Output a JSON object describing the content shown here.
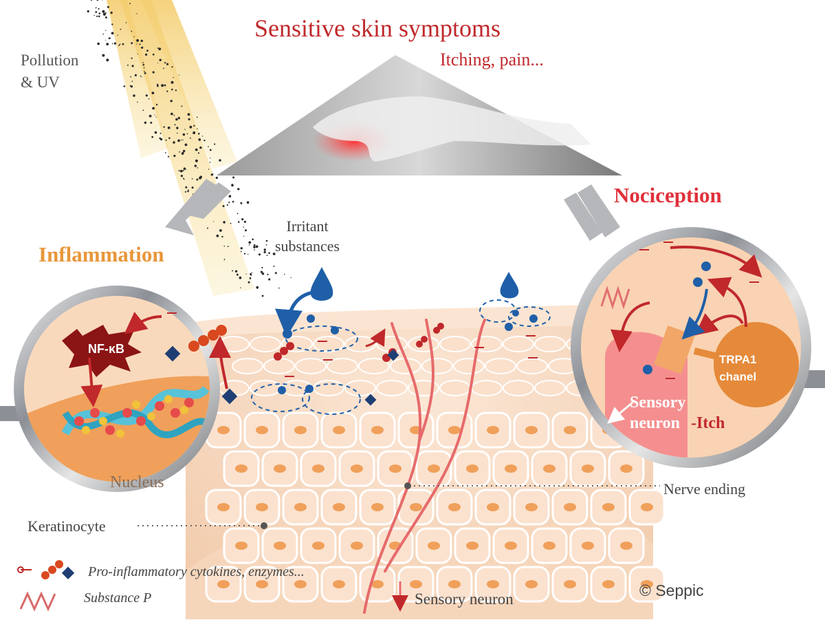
{
  "title": "Sensitive skin symptoms",
  "subtitle": "Itching, pain...",
  "pollution_label_line1": "Pollution",
  "pollution_label_line2": "& UV",
  "inflammation_label": "Inflammation",
  "nociception_label": "Nociception",
  "irritant_label_line1": "Irritant",
  "irritant_label_line2": "substances",
  "nfkb_label": "NF-κB",
  "nucleus_label": "Nucleus",
  "keratinocyte_label": "Keratinocyte",
  "nerve_ending_label": "Nerve ending",
  "trpa1_line1": "TRPA1",
  "trpa1_line2": "chanel",
  "sensory_neuron_inset_line1": "Sensory",
  "sensory_neuron_inset_line2": "neuron",
  "itch_label": "-Itch",
  "legend": {
    "cytokines": "Pro-inflammatory cytokines, enzymes...",
    "substance_p": "Substance P"
  },
  "sensory_neuron_label": "Sensory neuron",
  "copyright": "© Seppic",
  "colors": {
    "title_red": "#c0282b",
    "inflammation_orange": "#e8963a",
    "nociception_red": "#e0303a",
    "skin": "#f6dcc6",
    "nucleus": "#f0a05a",
    "irritant_blue": "#1f5fa8",
    "nerve": "#e66b6b",
    "lens_silver": "#9ea3a8"
  }
}
